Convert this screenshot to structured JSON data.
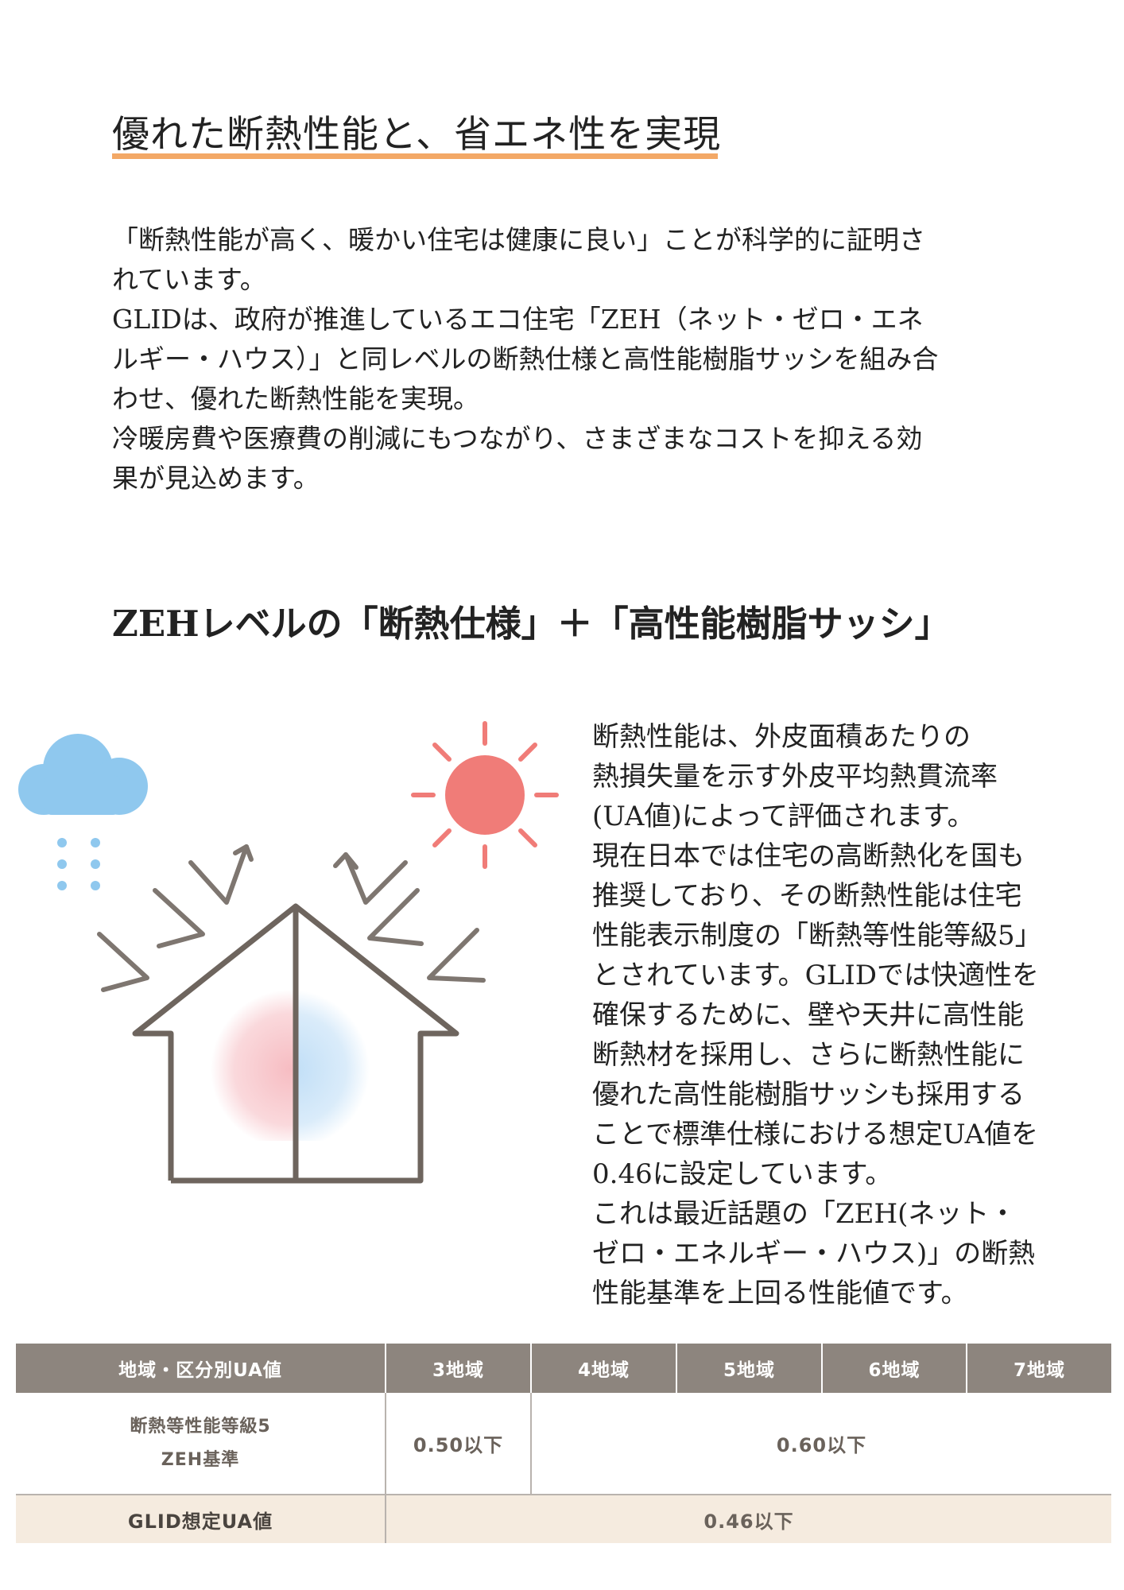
{
  "title": "優れた断熱性能と、省エネ性を実現",
  "intro": {
    "lines": [
      "「断熱性能が高く、暖かい住宅は健康に良い」ことが科学的に証明さ",
      "れています。",
      "GLIDは、政府が推進しているエコ住宅「ZEH（ネット・ゼロ・エネ",
      "ルギー・ハウス）」と同レベルの断熱仕様と高性能樹脂サッシを組み合",
      "わせ、優れた断熱性能を実現。",
      "冷暖房費や医療費の削減にもつながり、さまざまなコストを抑える効",
      "果が見込めます。"
    ]
  },
  "subheading": "ZEHレベルの「断熱仕様」＋「高性能樹脂サッシ」",
  "illustration": {
    "icons": [
      "cloud-icon",
      "rain-icon",
      "sun-icon",
      "house-icon",
      "heat-flow-arrow-icon"
    ],
    "colors": {
      "cloud": "#8fc8ee",
      "sun": "#f07c78",
      "house": "#6e655e",
      "warm": "#f6b9bf",
      "cool": "#bcdcf6",
      "arrow": "#7e7670"
    }
  },
  "body": {
    "lines": [
      "断熱性能は、外皮面積あたりの",
      "熱損失量を示す外皮平均熱貫流率",
      "(UA値)によって評価されます。",
      "現在日本では住宅の高断熱化を国も",
      "推奨しており、その断熱性能は住宅",
      "性能表示制度の「断熱等性能等級5」",
      "とされています。GLIDでは快適性を",
      "確保するために、壁や天井に高性能",
      "断熱材を採用し、さらに断熱性能に",
      "優れた高性能樹脂サッシも採用する",
      "ことで標準仕様における想定UA値を",
      "0.46に設定しています。",
      "これは最近話題の「ZEH(ネット・",
      "ゼロ・エネルギー・ハウス)」の断熱",
      "性能基準を上回る性能値です。"
    ]
  },
  "table": {
    "header": [
      "地域・区分別UA値",
      "3地域",
      "4地域",
      "5地域",
      "6地域",
      "7地域"
    ],
    "standard_row": {
      "label_line1": "断熱等性能等級5",
      "label_line2": "ZEH基準",
      "region3": "0.50以下",
      "region4_7": "0.60以下"
    },
    "glid_row": {
      "label": "GLID想定UA値",
      "value": "0.46以下"
    },
    "colors": {
      "header_bg": "#8d857e",
      "glid_row_bg": "#f5ebdf"
    }
  }
}
